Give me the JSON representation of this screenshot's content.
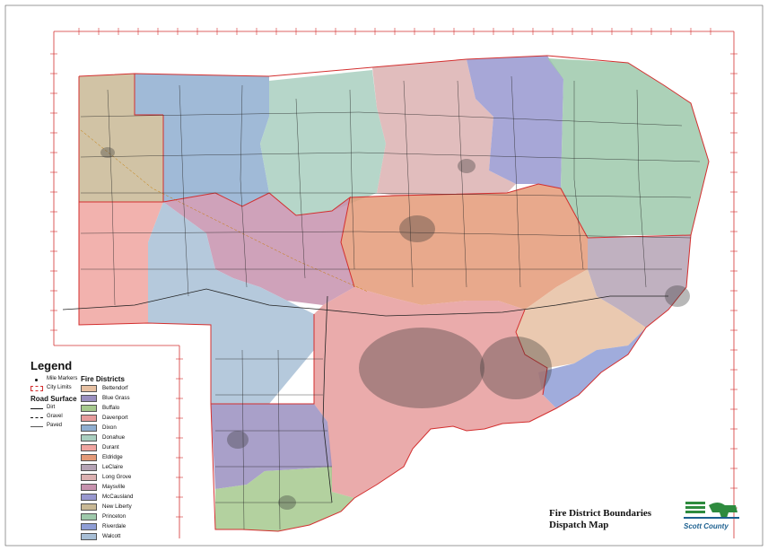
{
  "title_block": {
    "line1": "Fire District Boundaries",
    "line2": "Dispatch Map"
  },
  "logo": {
    "text": "Scott County",
    "colors": {
      "green": "#2e8b3e",
      "blue": "#1b5f8f"
    }
  },
  "legend": {
    "title": "Legend",
    "mile_markers": "Mile Markers",
    "city_limits": "City Limits",
    "road_surface_heading": "Road Surface",
    "roads": [
      "Dirt",
      "Gravel",
      "Paved"
    ],
    "fire_districts_heading": "Fire Districts",
    "districts": [
      {
        "name": "Bettendorf",
        "color": "#e6c0a2"
      },
      {
        "name": "Blue Grass",
        "color": "#9a8fbf"
      },
      {
        "name": "Buffalo",
        "color": "#a6c98e"
      },
      {
        "name": "Davenport",
        "color": "#e69c9c"
      },
      {
        "name": "Dixon",
        "color": "#8faed0"
      },
      {
        "name": "Donahue",
        "color": "#a9cfc0"
      },
      {
        "name": "Durant",
        "color": "#f0a4a0"
      },
      {
        "name": "Eldridge",
        "color": "#e49a78"
      },
      {
        "name": "LeClaire",
        "color": "#b5a3b5"
      },
      {
        "name": "Long Grove",
        "color": "#dcb1b1"
      },
      {
        "name": "Maysville",
        "color": "#c792ae"
      },
      {
        "name": "McCausland",
        "color": "#9898d0"
      },
      {
        "name": "New Liberty",
        "color": "#c9b995"
      },
      {
        "name": "Princeton",
        "color": "#9ec9ab"
      },
      {
        "name": "Riverdale",
        "color": "#8f9ed6"
      },
      {
        "name": "Walcott",
        "color": "#a8bfd6"
      }
    ]
  },
  "map": {
    "boundary_color": "#d32f2f",
    "road_color": "#222222"
  }
}
